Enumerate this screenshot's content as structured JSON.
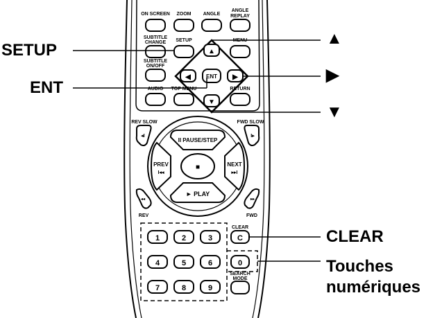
{
  "callouts": {
    "setup": "SETUP",
    "ent": "ENT",
    "clear": "CLEAR",
    "touches_line1": "Touches",
    "touches_line2": "numériques",
    "arrow_up": "▲",
    "arrow_right": "▶",
    "arrow_down": "▼"
  },
  "remote": {
    "top_labels": {
      "on_screen": "ON SCREEN",
      "zoom": "ZOOM",
      "angle": "ANGLE",
      "angle_replay_1": "ANGLE",
      "angle_replay_2": "REPLAY",
      "subtitle_change_1": "SUBTITLE",
      "subtitle_change_2": "CHANGE",
      "setup": "SETUP",
      "menu": "MENU",
      "subtitle_onoff_1": "SUBTITLE",
      "subtitle_onoff_2": "ON/OFF",
      "audio": "AUDIO",
      "top_menu": "TOP MENU",
      "return": "RETURN"
    },
    "nav": {
      "ent": "ENT",
      "up": "▲",
      "down": "▼",
      "left": "◀",
      "right": "▶"
    },
    "transport": {
      "rev_slow": "REV SLOW",
      "fwd_slow": "FWD SLOW",
      "rev_slow_icon": "◂I",
      "fwd_slow_icon": "I▸",
      "pause_step": "II PAUSE/STEP",
      "prev": "PREV",
      "prev_icon": "I◂◂",
      "next": "NEXT",
      "next_icon": "▸▸I",
      "stop": "■",
      "play": "► PLAY",
      "rev": "REV",
      "fwd": "FWD",
      "rev_icon": "◂◂",
      "fwd_icon": "▸▸"
    },
    "numpad": {
      "clear_label": "CLEAR",
      "clear_key": "C",
      "keys": [
        "1",
        "2",
        "3",
        "4",
        "5",
        "6",
        "7",
        "8",
        "9",
        "0"
      ],
      "search_mode_1": "SEARCH",
      "search_mode_2": "MODE"
    }
  }
}
